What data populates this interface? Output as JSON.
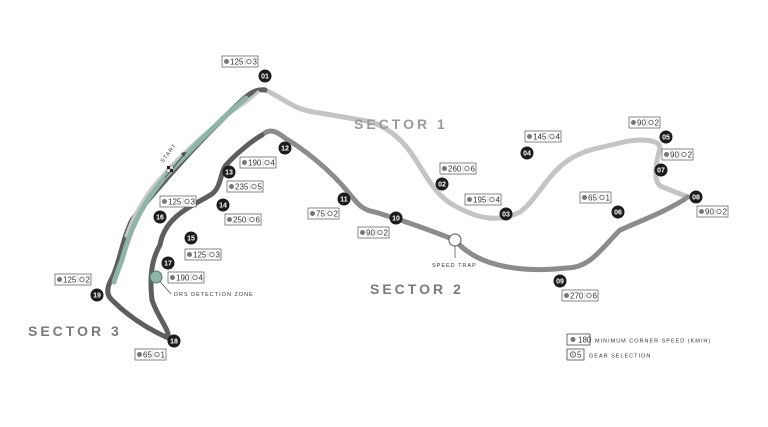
{
  "colors": {
    "sector1": "#c4c4c4",
    "sector2": "#8c8c8c",
    "sector3": "#5e5e5e",
    "drs": "#8fb5a9",
    "turn_circle": "#1c1c1c",
    "sector_label": "#9a9a9a",
    "sector_label_dark": "#7a7a7a"
  },
  "sectors": {
    "s1": "SECTOR 1",
    "s2": "SECTOR 2",
    "s3": "SECTOR 3"
  },
  "labels": {
    "start": "START",
    "speed_trap": "SPEED TRAP",
    "drs_zone": "DRS DETECTION ZONE"
  },
  "legend": {
    "speed_value": "180",
    "speed_text": "MINIMUM CORNER SPEED (KM/H)",
    "gear_value": "5",
    "gear_text": "GEAR SELECTION"
  },
  "icons": {
    "speed": "speed-dot-icon",
    "gear": "gear-icon",
    "start": "checkered-flag-icon"
  },
  "turns": [
    {
      "n": "01",
      "speed": "125",
      "gear": "3"
    },
    {
      "n": "02",
      "speed": "260",
      "gear": "6"
    },
    {
      "n": "03",
      "speed": "195",
      "gear": "4"
    },
    {
      "n": "04",
      "speed": "145",
      "gear": "4"
    },
    {
      "n": "05",
      "speed": "90",
      "gear": "2"
    },
    {
      "n": "06",
      "speed": "65",
      "gear": "1"
    },
    {
      "n": "07",
      "speed": "90",
      "gear": "2"
    },
    {
      "n": "08",
      "speed": "90",
      "gear": "2"
    },
    {
      "n": "09",
      "speed": "270",
      "gear": "6"
    },
    {
      "n": "10",
      "speed": "90",
      "gear": "2"
    },
    {
      "n": "11",
      "speed": "75",
      "gear": "2"
    },
    {
      "n": "12",
      "speed": "190",
      "gear": "4"
    },
    {
      "n": "13",
      "speed": "235",
      "gear": "5"
    },
    {
      "n": "14",
      "speed": "250",
      "gear": "6"
    },
    {
      "n": "15",
      "speed": "125",
      "gear": "3"
    },
    {
      "n": "16",
      "speed": "125",
      "gear": "3"
    },
    {
      "n": "17",
      "speed": "190",
      "gear": "4"
    },
    {
      "n": "18",
      "speed": "65",
      "gear": "1"
    },
    {
      "n": "19",
      "speed": "125",
      "gear": "2"
    }
  ]
}
